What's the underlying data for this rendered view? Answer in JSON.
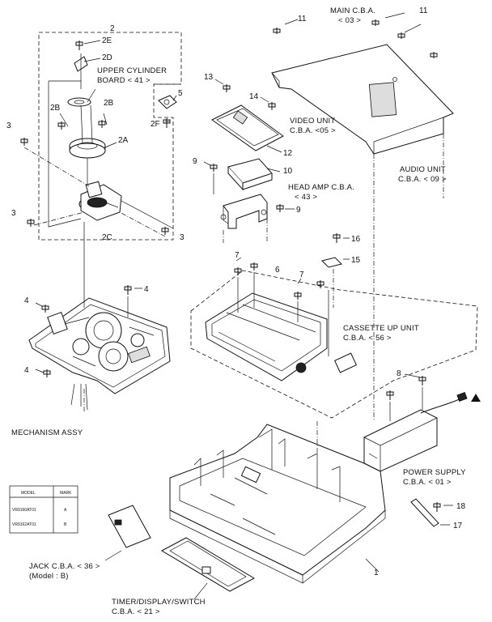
{
  "labels": {
    "main_cba": [
      "MAIN C.B.A.",
      "< 03 >"
    ],
    "upper_cylinder": [
      "UPPER CYLINDER",
      "BOARD < 41 >"
    ],
    "video_unit": [
      "VIDEO UNIT",
      "C.B.A. <05 >"
    ],
    "audio_unit": [
      "AUDIO UNIT",
      "C.B.A. < 09 >"
    ],
    "head_amp": [
      "HEAD AMP C.B.A.",
      "< 43 >"
    ],
    "cassette_up": [
      "CASSETTE UP UNIT",
      "C.B.A. < 56 >"
    ],
    "mechanism": "MECHANISM ASSY",
    "power_supply": [
      "POWER SUPPLY",
      "C.B.A. < 01 >"
    ],
    "jack": [
      "JACK C.B.A. < 36 >",
      "(Model : B)"
    ],
    "timer": [
      "TIMER/DISPLAY/SWITCH",
      "C.B.A. < 21 >"
    ]
  },
  "numbers": {
    "n11a": "11",
    "n11b": "11",
    "n2": "2",
    "n2e": "2E",
    "n2d": "2D",
    "n2b_left": "2B",
    "n2b_right": "2B",
    "n2a": "2A",
    "n2f": "2F",
    "n5": "5",
    "n2c": "2C",
    "n3_top": "3",
    "n3_left": "3",
    "n3_right": "3",
    "n13": "13",
    "n14": "14",
    "n12": "12",
    "n9a": "9",
    "n10": "10",
    "n9b": "9",
    "n16": "16",
    "n15": "15",
    "n7a": "7",
    "n6": "6",
    "n7b": "7",
    "n4a": "4",
    "n4b": "4",
    "n4c": "4",
    "n8": "8",
    "n18": "18",
    "n17": "17",
    "n1": "1"
  },
  "model_table": {
    "headers": [
      "MODEL",
      "MARK"
    ],
    "rows": [
      [
        "VR9160AT01",
        "A"
      ],
      [
        "VR9162AT01",
        "B"
      ]
    ]
  }
}
